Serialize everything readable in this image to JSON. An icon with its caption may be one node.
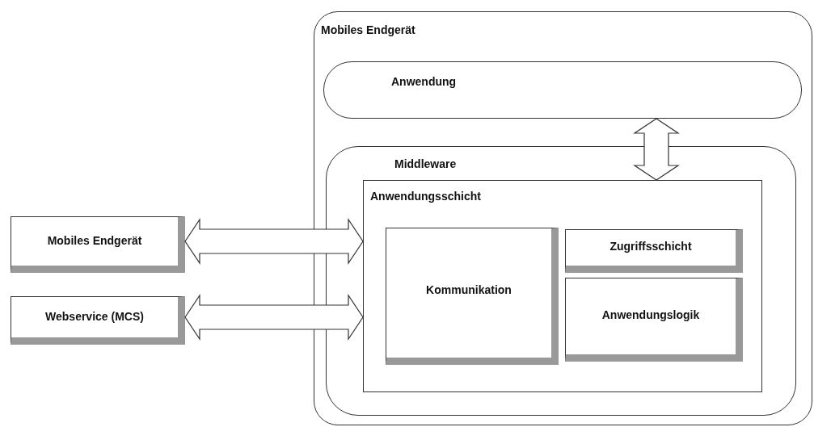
{
  "diagram": {
    "nodes": [
      {
        "text": [
          "Mobiles Endgerät"
        ]
      },
      {
        "text": [
          "Anwendung"
        ],
        "in": 0
      },
      {
        "text": [
          "Middleware"
        ],
        "in": 0
      },
      {
        "text": [
          "Anwendungsschicht"
        ],
        "in": 2
      },
      {
        "text": [
          "Kommunikation"
        ],
        "in": 3
      },
      {
        "text": [
          "Zugriffsschicht"
        ],
        "in": 3
      },
      {
        "text": [
          "Anwendungslogik"
        ],
        "in": 3
      },
      {
        "text": [
          "Mobiles Endgerät"
        ]
      },
      {
        "text": [
          "Webservice (MCS)"
        ]
      }
    ],
    "edges": [
      {
        "from": 7,
        "to": 3,
        "arrow": "both"
      },
      {
        "from": 8,
        "to": 3,
        "arrow": "both"
      },
      {
        "from": 1,
        "to": 3,
        "arrow": "both"
      }
    ]
  }
}
